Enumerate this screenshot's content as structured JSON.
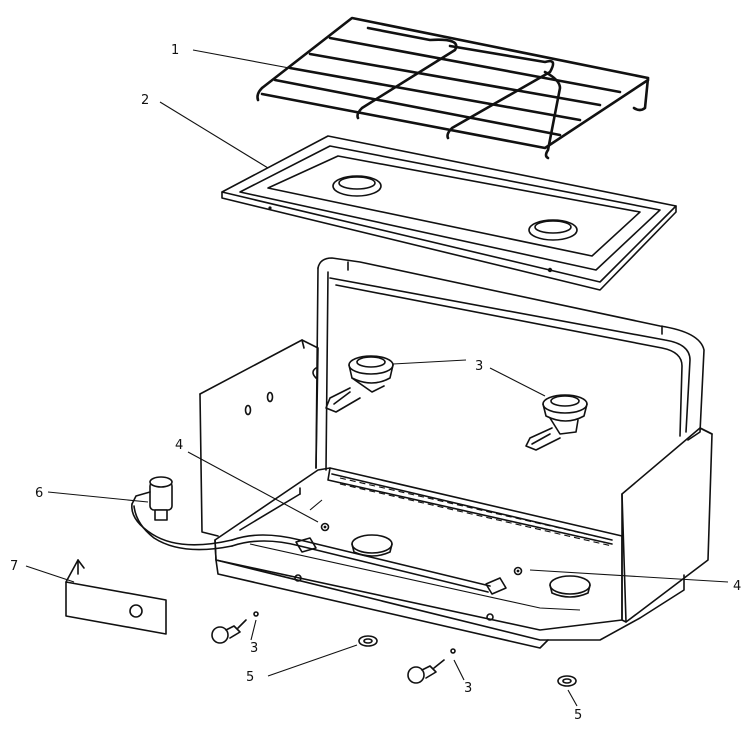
{
  "callouts": {
    "c1": "1",
    "c2": "2",
    "c3a": "3",
    "c3b": "3",
    "c3c": "3",
    "c4a": "4",
    "c4b": "4",
    "c5a": "5",
    "c5b": "5",
    "c6": "6",
    "c7": "7"
  },
  "colors": {
    "ink": "#111111",
    "paper": "#ffffff"
  }
}
